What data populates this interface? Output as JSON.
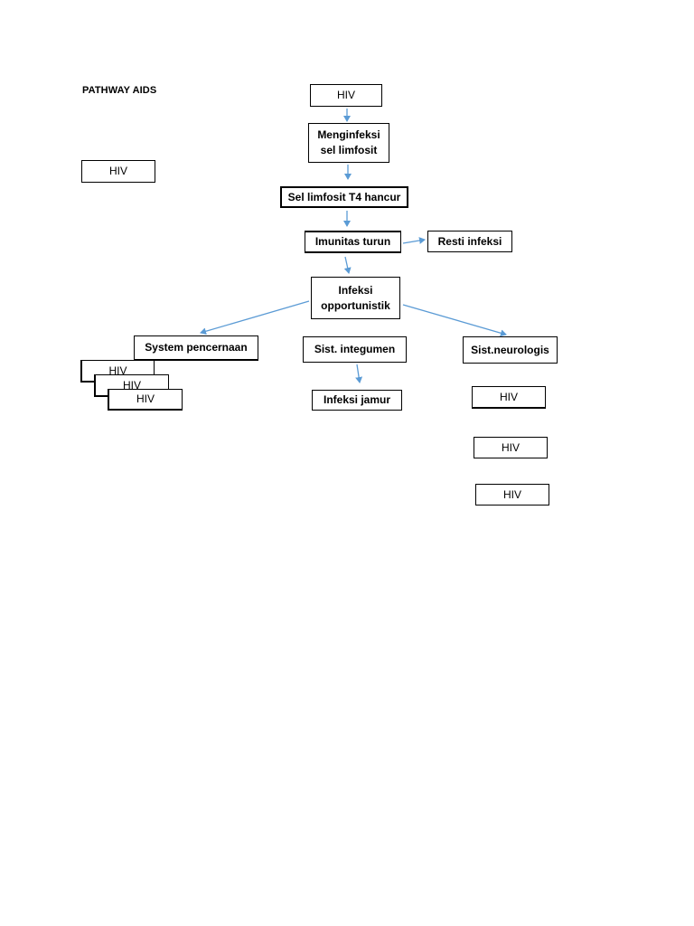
{
  "title": "PATHWAY AIDS",
  "nodes": {
    "hiv_top": "HIV",
    "menginfeksi": "Menginfeksi sel limfosit",
    "sel_limfosit": "Sel limfosit T4 hancur",
    "imunitas": "Imunitas turun",
    "resti": "Resti infeksi",
    "infeksi_opp": "Infeksi opportunistik",
    "system_pencernaan": "System pencernaan",
    "sist_integumen": "Sist. integumen",
    "sist_neurologis": "Sist.neurologis",
    "infeksi_jamur": "Infeksi jamur",
    "hiv_left": "HIV",
    "hiv_stack_1": "HIV",
    "hiv_stack_2": "HIV",
    "hiv_stack_3": "HIV",
    "hiv_right_1": "HIV",
    "hiv_right_2": "HIV",
    "hiv_right_3": "HIV"
  },
  "colors": {
    "arrow": "#5b9bd5",
    "border": "#000000"
  }
}
